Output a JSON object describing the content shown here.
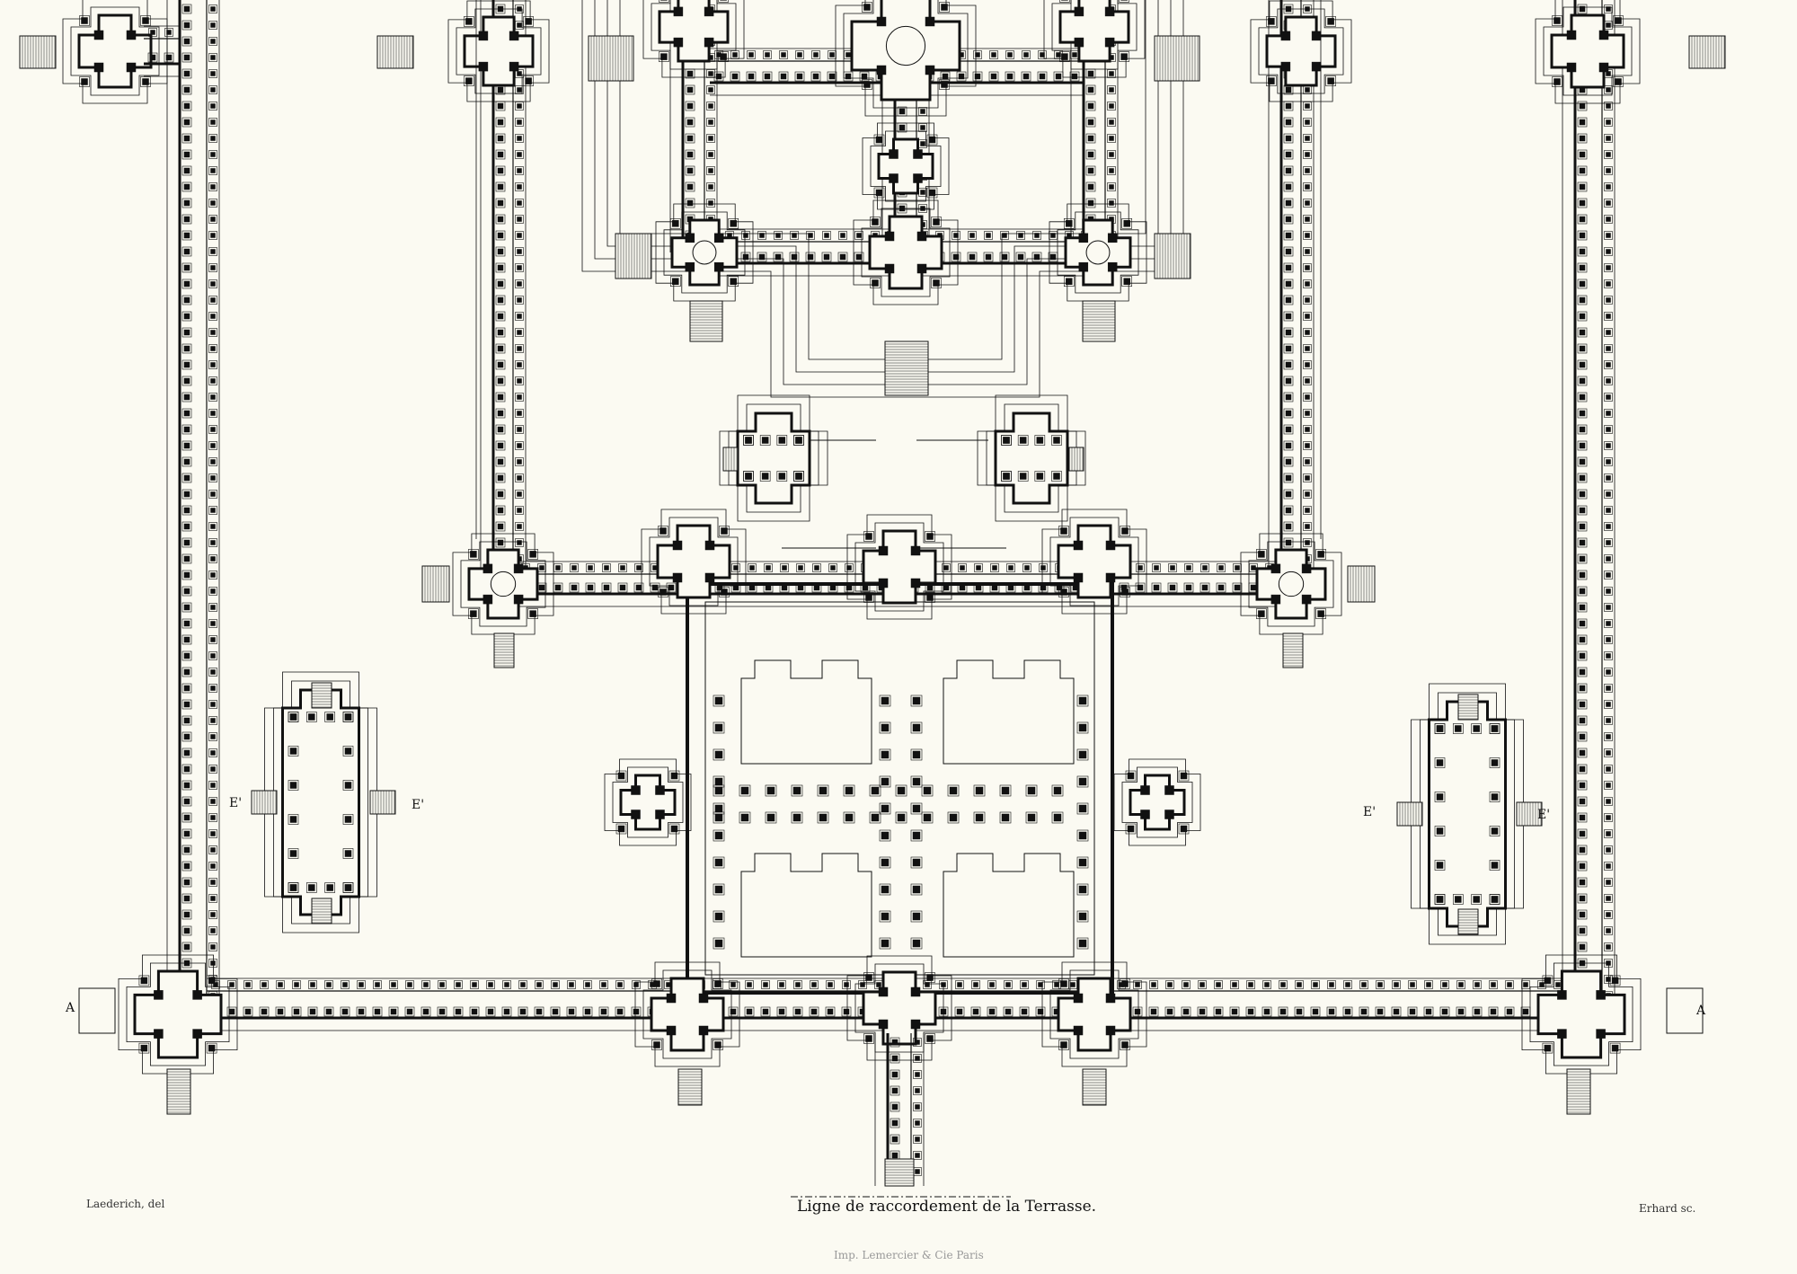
{
  "plate": {
    "draughtsman": "Laederich, del",
    "engraver": "Erhard sc.",
    "caption": "Ligne de raccordement de la Terrasse.",
    "printer": "Imp. Lemercier & Cie Paris"
  },
  "section_marks": {
    "a_left": "A",
    "a_right": "A",
    "e_left_west": "E'",
    "e_left_east": "E'",
    "e_right_west": "E'",
    "e_right_east": "E'"
  },
  "colors": {
    "paper": "#fbfaf2",
    "ink": "#111111",
    "hatch": "#9a9a9a"
  }
}
